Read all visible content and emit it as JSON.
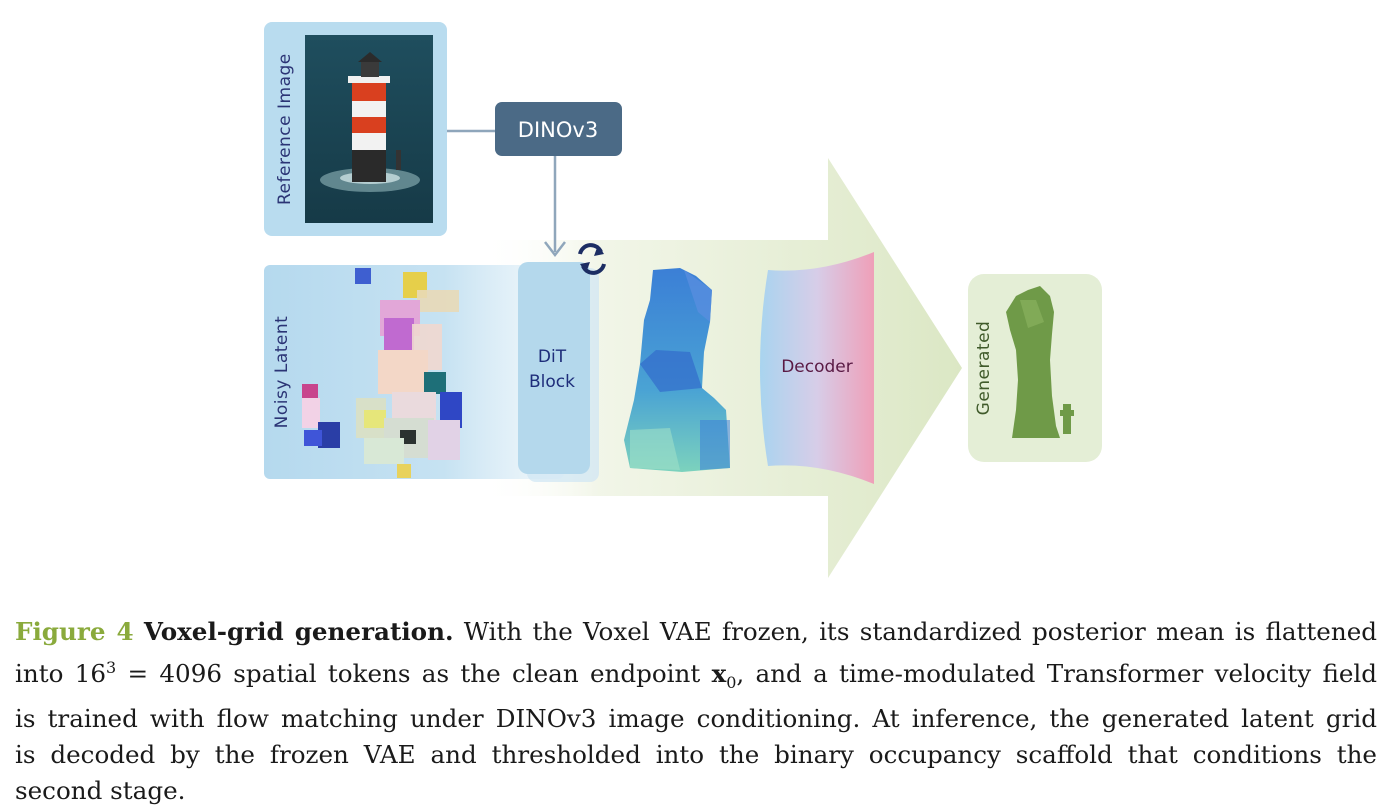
{
  "diagram": {
    "reference_label": "Reference Image",
    "encoder_label": "DINOv3",
    "noisy_label": "Noisy Latent",
    "dit_label_line1": "DiT",
    "dit_label_line2": "Block",
    "decoder_label": "Decoder",
    "generated_label": "Generated",
    "colors": {
      "panel_blue": "#b9dcef",
      "encoder_box": "#4b6a86",
      "arrow_green": "#dfe9c9",
      "generated_panel": "#e4eed6",
      "generated_voxels": "#6f9a48",
      "decoder_left": "#a9d4ef",
      "decoder_right": "#ef9fb8",
      "loop_icon": "#1c2d63"
    },
    "icons": [
      "lighthouse-image",
      "refresh-loop-icon"
    ]
  },
  "caption": {
    "figure_label": "Figure 4",
    "title": "Voxel-grid generation.",
    "line1_rest": " With the Voxel VAE frozen, its standardized posterior mean is flattened",
    "line2_a": "into 16",
    "line2_sup": "3",
    "line2_b": " = 4096 spatial tokens as the clean endpoint ",
    "line2_math": "x",
    "line2_sub": "0",
    "line2_c": ", and a time-modulated Transformer velocity field",
    "line3": "is trained with flow matching under DINOv3 image conditioning. At inference, the generated latent grid",
    "line4": "is decoded by the frozen VAE and thresholded into the binary occupancy scaffold that conditions the",
    "line5": "second stage."
  }
}
